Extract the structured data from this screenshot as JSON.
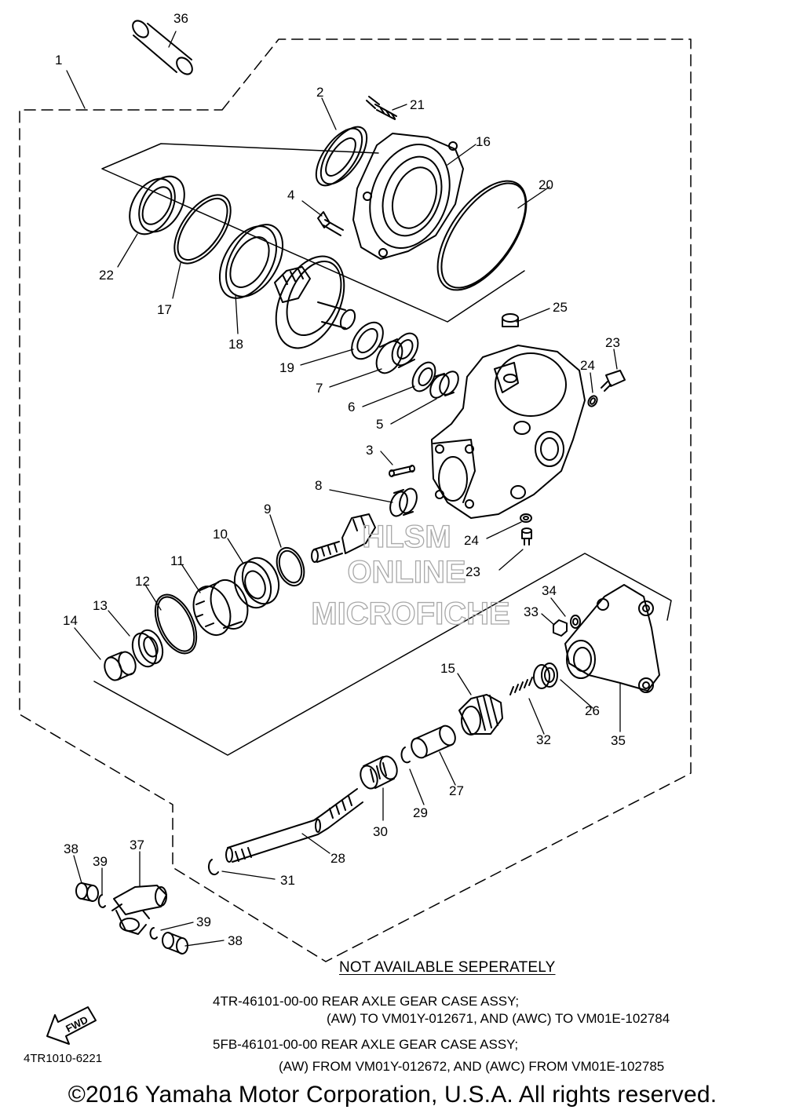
{
  "parts": [
    {
      "num": "36"
    },
    {
      "num": "1"
    },
    {
      "num": "2"
    },
    {
      "num": "21"
    },
    {
      "num": "16"
    },
    {
      "num": "20"
    },
    {
      "num": "4"
    },
    {
      "num": "22"
    },
    {
      "num": "17"
    },
    {
      "num": "18"
    },
    {
      "num": "19"
    },
    {
      "num": "7"
    },
    {
      "num": "6"
    },
    {
      "num": "5"
    },
    {
      "num": "25"
    },
    {
      "num": "23"
    },
    {
      "num": "24"
    },
    {
      "num": "3"
    },
    {
      "num": "8"
    },
    {
      "num": "9"
    },
    {
      "num": "10"
    },
    {
      "num": "11"
    },
    {
      "num": "12"
    },
    {
      "num": "13"
    },
    {
      "num": "14"
    },
    {
      "num": "24"
    },
    {
      "num": "23"
    },
    {
      "num": "34"
    },
    {
      "num": "33"
    },
    {
      "num": "15"
    },
    {
      "num": "32"
    },
    {
      "num": "26"
    },
    {
      "num": "35"
    },
    {
      "num": "27"
    },
    {
      "num": "29"
    },
    {
      "num": "30"
    },
    {
      "num": "28"
    },
    {
      "num": "31"
    },
    {
      "num": "38"
    },
    {
      "num": "39"
    },
    {
      "num": "37"
    },
    {
      "num": "39"
    },
    {
      "num": "38"
    }
  ],
  "notes": {
    "title": "NOT AVAILABLE SEPERATELY",
    "line1": "4TR-46101-00-00 REAR AXLE GEAR CASE ASSY;",
    "line2": "(AW) TO VM01Y-012671, AND (AWC) TO VM01E-102784",
    "line3": "5FB-46101-00-00 REAR AXLE GEAR CASE ASSY;",
    "line4": "(AW) FROM VM01Y-012672, AND (AWC) FROM VM01E-102785"
  },
  "fwd_label": "FWD",
  "diagram_code": "4TR1010-6221",
  "copyright": "©2016 Yamaha Motor Corporation, U.S.A. All rights reserved.",
  "watermark": {
    "line1": "HLSM",
    "line2": "ONLINE",
    "line3": "MICROFICHE"
  }
}
